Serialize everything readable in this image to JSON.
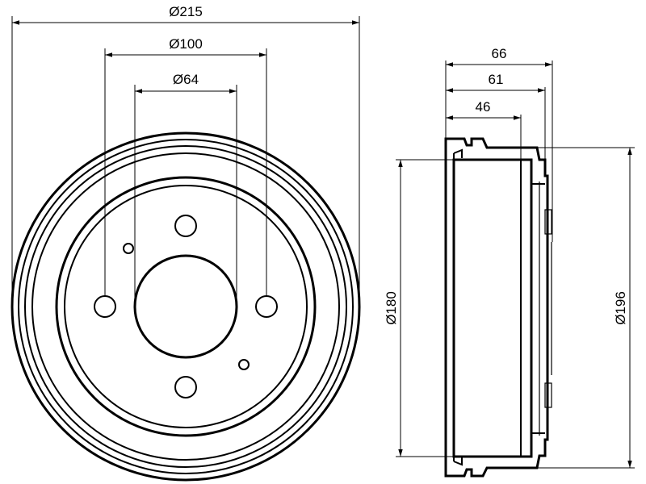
{
  "front_view": {
    "dims": {
      "outer_diameter": "Ø215",
      "bolt_circle": "Ø100",
      "center_bore": "Ø64"
    }
  },
  "side_view": {
    "dims": {
      "total_height": "66",
      "height_61": "61",
      "height_46": "46",
      "inner_diameter": "Ø180",
      "outer_diameter": "Ø196"
    }
  }
}
